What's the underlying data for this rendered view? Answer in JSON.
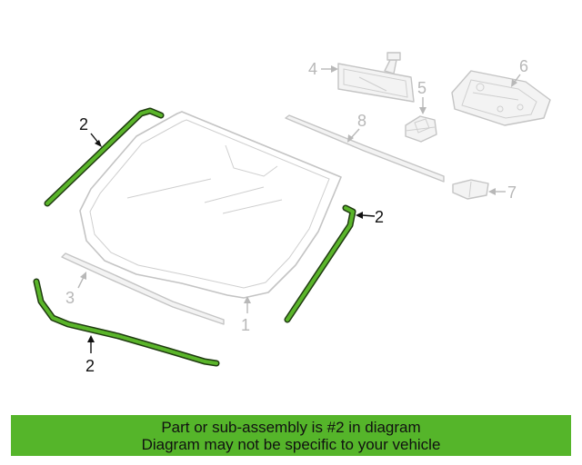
{
  "callouts": [
    {
      "id": "top-left-molding",
      "label": "2",
      "highlighted": true
    },
    {
      "id": "right-molding",
      "label": "2",
      "highlighted": true
    },
    {
      "id": "lower-molding",
      "label": "2",
      "highlighted": true
    },
    {
      "id": "windshield",
      "label": "1",
      "highlighted": false
    },
    {
      "id": "lower-strip",
      "label": "3",
      "highlighted": false
    },
    {
      "id": "rearview-mirror",
      "label": "4",
      "highlighted": false
    },
    {
      "id": "sensor-bracket",
      "label": "5",
      "highlighted": false
    },
    {
      "id": "overhead-console",
      "label": "6",
      "highlighted": false
    },
    {
      "id": "small-cover",
      "label": "7",
      "highlighted": false
    },
    {
      "id": "upper-strip",
      "label": "8",
      "highlighted": false
    }
  ],
  "footer": {
    "line1": "Part or sub-assembly is #2 in diagram",
    "line2": "Diagram may not be specific to your vehicle"
  },
  "colors": {
    "highlight": "#5ab52a",
    "highlight_outline": "#1f3a10",
    "ghost": "#c4c4c4",
    "banner": "#55b52a"
  }
}
